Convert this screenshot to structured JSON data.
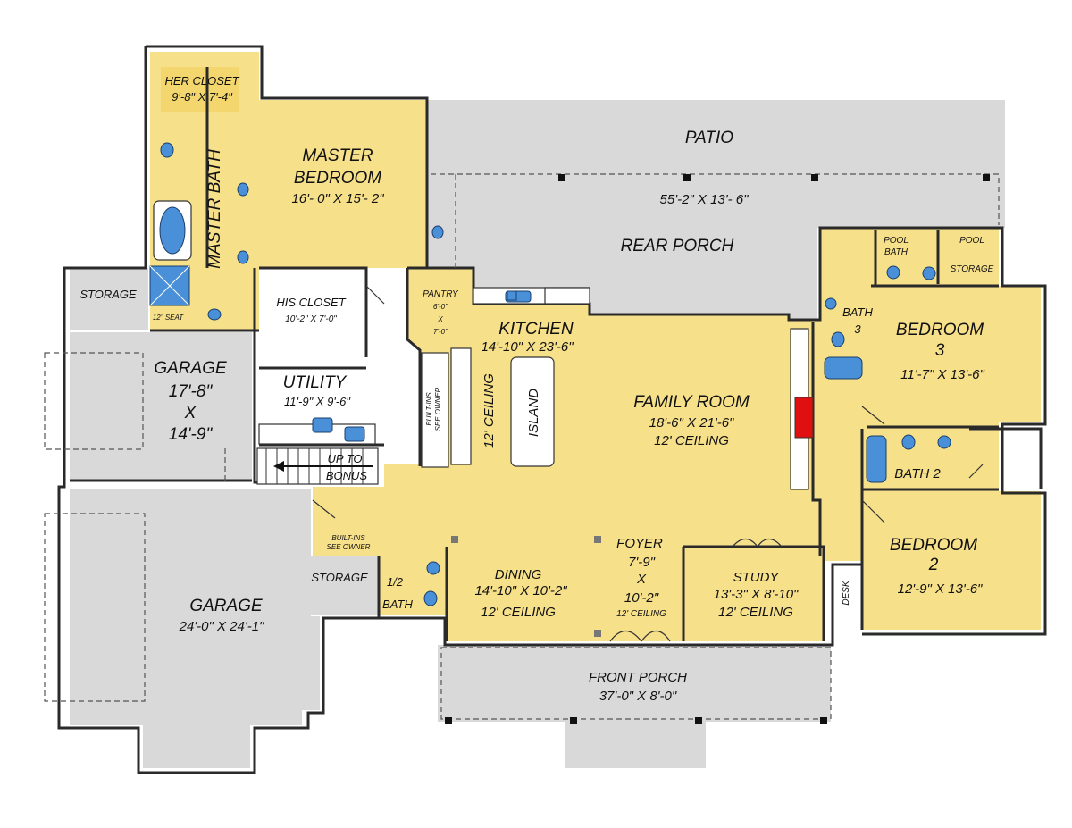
{
  "rooms": {
    "her_closet": {
      "name": "HER CLOSET",
      "size": "9'-8\" X 7'-4\""
    },
    "master_bath": {
      "name": "MASTER BATH"
    },
    "master_bedroom": {
      "name_line1": "MASTER",
      "name_line2": "BEDROOM",
      "size": "16'- 0\" X 15'- 2\""
    },
    "patio": {
      "name": "PATIO",
      "size": "55'-2\" X 13'- 6\""
    },
    "rear_porch": {
      "name": "REAR PORCH"
    },
    "storage_left": {
      "name": "STORAGE"
    },
    "seat": {
      "name": "12\" SEAT"
    },
    "his_closet": {
      "name": "HIS CLOSET",
      "size": "10'-2\" X 7'-0\""
    },
    "pantry": {
      "name": "PANTRY",
      "size_line1": "6'-0\"",
      "size_line2": "X",
      "size_line3": "7'-0\""
    },
    "kitchen": {
      "name": "KITCHEN",
      "size": "14'-10\" X 23'-6\"",
      "ceiling": "12' CEILING"
    },
    "island": {
      "name": "ISLAND"
    },
    "builtins_kitchen": {
      "line1": "BUILT-INS",
      "line2": "SEE OWNER"
    },
    "garage_small": {
      "name": "GARAGE",
      "dim1": "17'-8\"",
      "x": "X",
      "dim2": "14'-9\""
    },
    "utility": {
      "name": "UTILITY",
      "size": "11'-9\" X 9'-6\""
    },
    "stairs": {
      "line1": "UP TO",
      "line2": "BONUS"
    },
    "family_room": {
      "name": "FAMILY ROOM",
      "size": "18'-6\" X 21'-6\"",
      "ceiling": "12' CEILING"
    },
    "pool_bath": {
      "line1": "POOL",
      "line2": "BATH"
    },
    "pool_storage": {
      "line1": "POOL",
      "line2": "STORAGE"
    },
    "bath3": {
      "line1": "BATH",
      "line2": "3"
    },
    "bedroom3": {
      "name_line1": "BEDROOM",
      "name_line2": "3",
      "size": "11'-7\" X 13'-6\""
    },
    "bath2": {
      "name": "BATH 2"
    },
    "builtins_hall": {
      "line1": "BUILT-INS",
      "line2": "SEE OWNER"
    },
    "storage_mid": {
      "name": "STORAGE"
    },
    "half_bath": {
      "line1": "1/2",
      "line2": "BATH"
    },
    "garage_large": {
      "name": "GARAGE",
      "size": "24'-0\" X 24'-1\""
    },
    "dining": {
      "name": "DINING",
      "size": "14'-10\" X 10'-2\"",
      "ceiling": "12' CEILING"
    },
    "foyer": {
      "name": "FOYER",
      "dim1": "7'-9\"",
      "x": "X",
      "dim2": "10'-2\"",
      "ceiling": "12' CEILING"
    },
    "study": {
      "name": "STUDY",
      "size": "13'-3\" X 8'-10\"",
      "ceiling": "12' CEILING"
    },
    "desk": {
      "name": "DESK"
    },
    "bedroom2": {
      "name_line1": "BEDROOM",
      "name_line2": "2",
      "size": "12'-9\" X 13'-6\""
    },
    "front_porch": {
      "name": "FRONT PORCH",
      "size": "37'-0\" X 8'-0\""
    }
  },
  "colors": {
    "living_fill": "#f7e08a",
    "exterior_fill": "#d9d9d9",
    "fixture": "#4a90d9",
    "fireplace": "#e01010"
  }
}
